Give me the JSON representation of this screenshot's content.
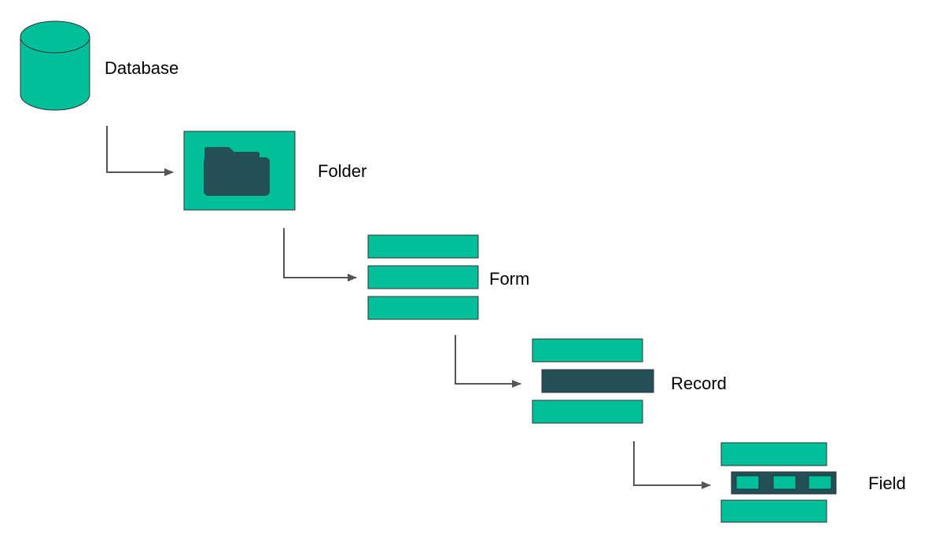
{
  "levels": [
    {
      "id": "database",
      "label": "Database"
    },
    {
      "id": "folder",
      "label": "Folder"
    },
    {
      "id": "form",
      "label": "Form"
    },
    {
      "id": "record",
      "label": "Record"
    },
    {
      "id": "field",
      "label": "Field"
    }
  ],
  "connectors": [
    {
      "from": "database",
      "to": "folder"
    },
    {
      "from": "folder",
      "to": "form"
    },
    {
      "from": "form",
      "to": "record"
    },
    {
      "from": "record",
      "to": "field"
    }
  ],
  "colors": {
    "primary": "#00bf9a",
    "dark": "#234f57",
    "stroke": "#555555",
    "text": "#000000"
  },
  "icons": {
    "database": "database-cylinder-icon",
    "folder": "folder-icon",
    "form": "form-rows-icon",
    "record": "record-rows-icon",
    "field": "field-rows-icon"
  }
}
